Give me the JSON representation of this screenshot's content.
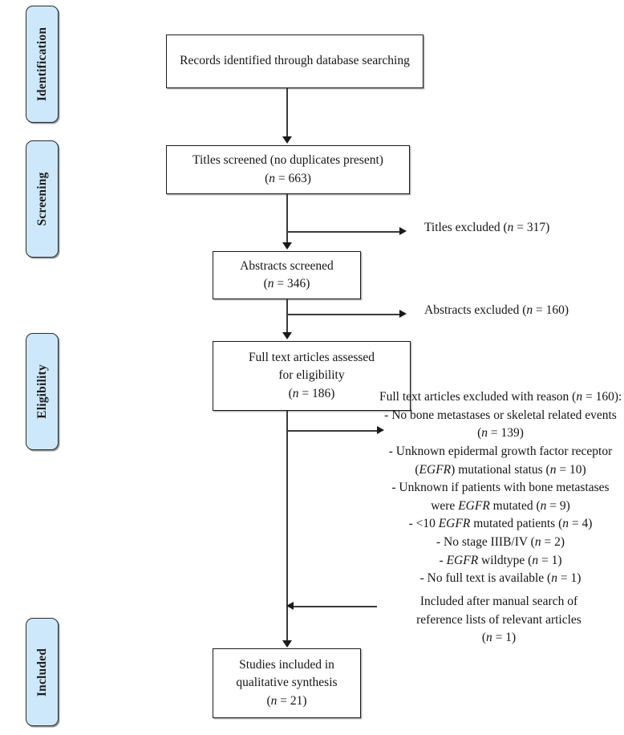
{
  "diagram": {
    "type": "prisma-flow-diagram",
    "accent_color": "#cde8fa",
    "border_color": "#1a1a1a",
    "text_color": "#151515"
  },
  "stages": [
    {
      "id": "identification",
      "label": "Identification"
    },
    {
      "id": "screening",
      "label": "Screening"
    },
    {
      "id": "eligibility",
      "label": "Eligibility"
    },
    {
      "id": "included",
      "label": "Included"
    }
  ],
  "boxes": {
    "records": {
      "line1": "Records identified through database searching"
    },
    "titles": {
      "line1": "Titles screened (no duplicates present)",
      "line2_prefix": "(",
      "line2_n": "n",
      "line2_suffix": " = 663)"
    },
    "abstracts": {
      "line1": "Abstracts screened",
      "line2_prefix": "(",
      "line2_n": "n",
      "line2_suffix": " = 346)"
    },
    "fulltext": {
      "line1": "Full text articles assessed",
      "line2": "for eligibility",
      "line3_prefix": "(",
      "line3_n": "n",
      "line3_suffix": " = 186)"
    },
    "included": {
      "line1": "Studies included in",
      "line2": "qualitative synthesis",
      "line3_prefix": "(",
      "line3_n": "n",
      "line3_suffix": " = 21)"
    }
  },
  "notes": {
    "titles_excluded": {
      "prefix": "Titles excluded (",
      "n": "n",
      "suffix": " = 317)"
    },
    "abstracts_excluded": {
      "prefix": "Abstracts excluded (",
      "n": "n",
      "suffix": " = 160)"
    },
    "fulltext_excluded": {
      "heading_prefix": "Full text articles excluded with reason (",
      "heading_n": "n",
      "heading_suffix": " = 160):",
      "reasons": [
        {
          "text_a": "- No bone metastases or skeletal related events",
          "text_b": "(",
          "n": "n",
          "text_c": " = 139)"
        },
        {
          "text_a": "- Unknown epidermal growth factor receptor",
          "text_b": "(",
          "italic_gene": "EGFR",
          "text_c": ") mutational status (",
          "n": "n",
          "text_d": " = 10)"
        },
        {
          "text_a": "- Unknown if patients with bone metastases",
          "text_b": "were ",
          "italic_gene": "EGFR",
          "text_c": " mutated (",
          "n": "n",
          "text_d": " = 9)"
        },
        {
          "text_a": "- <10 ",
          "italic_gene": "EGFR",
          "text_b": " mutated patients (",
          "n": "n",
          "text_c": " = 4)"
        },
        {
          "text_a": "- No stage IIIB/IV (",
          "n": "n",
          "text_b": " = 2)"
        },
        {
          "text_a": "- ",
          "italic_gene": "EGFR",
          "text_b": " wildtype (",
          "n": "n",
          "text_c": " = 1)"
        },
        {
          "text_a": "- No full text is available (",
          "n": "n",
          "text_b": " = 1)"
        }
      ]
    },
    "manual_search": {
      "line1": "Included after manual search of",
      "line2": "reference lists of relevant articles",
      "line3_prefix": "(",
      "line3_n": "n",
      "line3_suffix": " = 1)"
    }
  }
}
